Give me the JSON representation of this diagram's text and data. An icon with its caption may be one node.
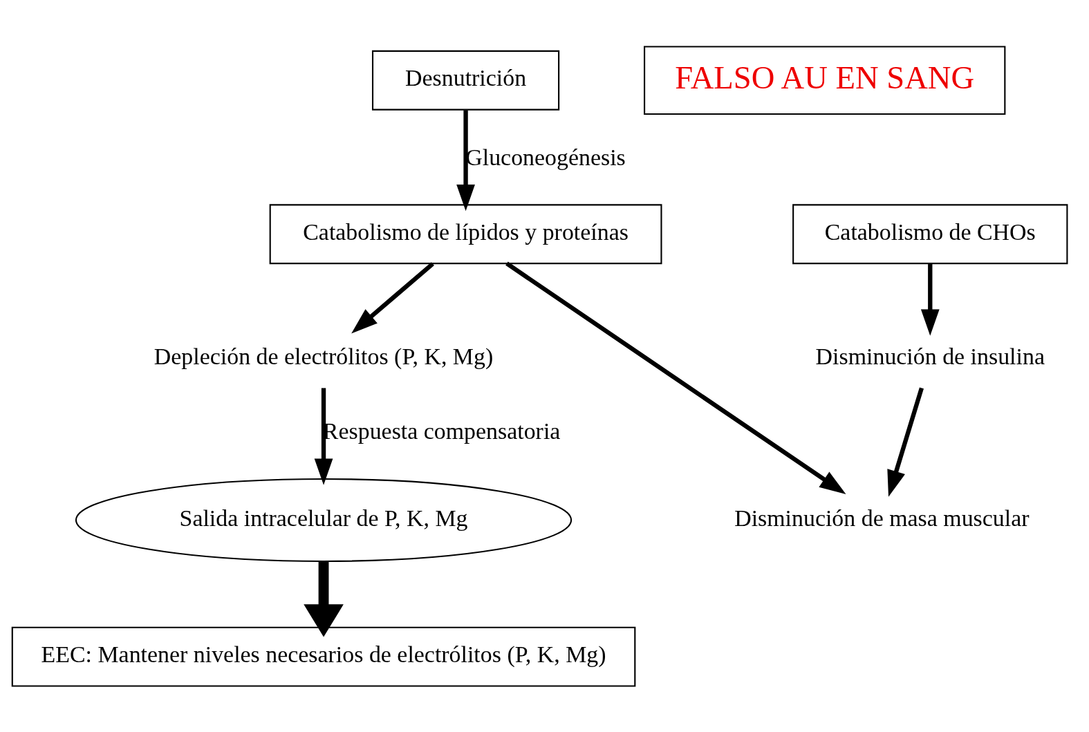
{
  "diagram": {
    "nodes": [
      {
        "text": [
          "Desnutrición"
        ]
      },
      {
        "text": [
          "Catabolismo de CHOs"
        ]
      },
      {
        "text": [
          "Catabolismo de lípidos y proteínas"
        ]
      },
      {
        "text": [
          "Disminución de insulina"
        ]
      },
      {
        "text": [
          "Disminución de masa muscular"
        ]
      },
      {
        "text": [
          "Depleción de electrólitos (P, K, Mg)"
        ]
      },
      {
        "text": [
          "Salida intracelular de P, K, Mg"
        ]
      },
      {
        "text": [
          "EEC: Mantener niveles necesarios de electrólitos (P, K, Mg)"
        ]
      },
      {
        "text": [
          "FALSO AU EN SANG"
        ]
      }
    ],
    "edges": [
      {
        "from": 0,
        "to": 2,
        "arrow": "to",
        "label": "Gluconeogénesis"
      },
      {
        "from": 1,
        "to": 3,
        "arrow": "to"
      },
      {
        "from": 3,
        "to": 4,
        "arrow": "to"
      },
      {
        "from": 2,
        "to": 4,
        "arrow": "to"
      },
      {
        "from": 2,
        "to": 5,
        "arrow": "to"
      },
      {
        "from": 5,
        "to": 6,
        "arrow": "to",
        "label": "Respuesta compensatoria"
      },
      {
        "from": 6,
        "to": 7,
        "arrow": "to",
        "style": "thick"
      }
    ]
  }
}
